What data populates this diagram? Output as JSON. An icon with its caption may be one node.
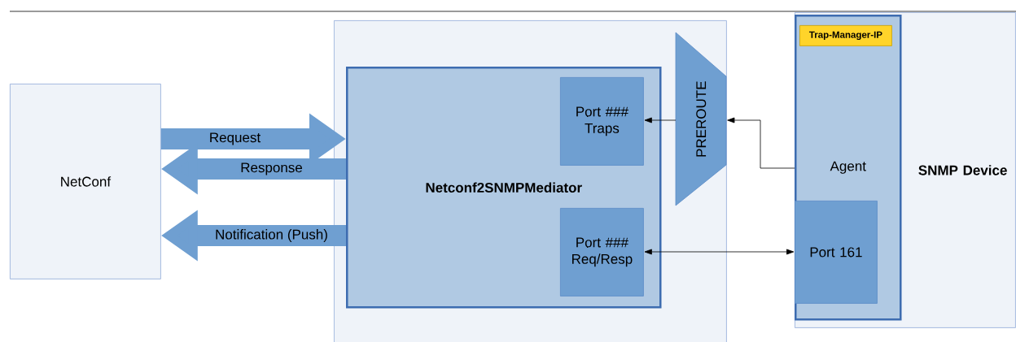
{
  "diagram": {
    "nodes": [
      {
        "text": [
          "NetConf"
        ]
      },
      {
        "text": [],
        "shape": "box"
      },
      {
        "text": [
          "Netconf2SNMPMediator"
        ],
        "in": 1
      },
      {
        "text": [
          "Port ### Traps"
        ],
        "in": 2
      },
      {
        "text": [
          "Port ### Req/Resp"
        ],
        "in": 2
      },
      {
        "text": [
          "PREROUTE"
        ],
        "in": 1
      },
      {
        "text": [
          "SNMP Device"
        ]
      },
      {
        "text": [
          "Agent"
        ],
        "in": 6
      },
      {
        "text": [
          "Trap-Manager-IP"
        ],
        "in": 7
      },
      {
        "text": [
          "Port 161"
        ],
        "in": 7
      }
    ],
    "edges": [
      {
        "from": 0,
        "to": 2,
        "arrow": "to",
        "label": "Request",
        "style": "thick",
        "color": "#6f9fd1"
      },
      {
        "from": 2,
        "to": 0,
        "arrow": "to",
        "label": "Response",
        "style": "thick",
        "color": "#6f9fd1"
      },
      {
        "from": 2,
        "to": 0,
        "arrow": "to",
        "label": "Notification (Push)",
        "style": "thick",
        "color": "#6f9fd1"
      },
      {
        "from": 5,
        "to": 3,
        "arrow": "to",
        "color": "#000000"
      },
      {
        "from": 7,
        "to": 5,
        "arrow": "to",
        "color": "#000000"
      },
      {
        "from": 4,
        "to": 9,
        "arrow": "both",
        "color": "#000000"
      }
    ]
  }
}
